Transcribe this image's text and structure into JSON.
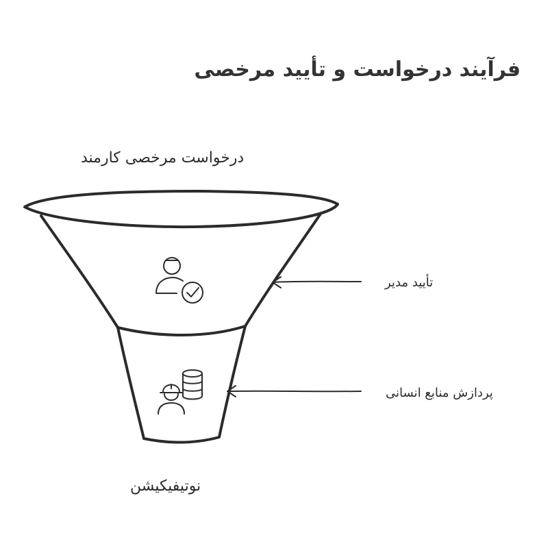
{
  "title": "فرآیند درخواست و تأیید مرخصی",
  "top_label": "درخواست مرخصی کارمند",
  "stages": [
    {
      "label": "تأیید مدیر",
      "icon": "user-check-icon"
    },
    {
      "label": "پردازش منابع انسانی",
      "icon": "user-database-icon"
    }
  ],
  "bottom_label": "نوتیفیکیشن",
  "colors": {
    "stroke": "#2b2b2b",
    "background": "#ffffff"
  }
}
